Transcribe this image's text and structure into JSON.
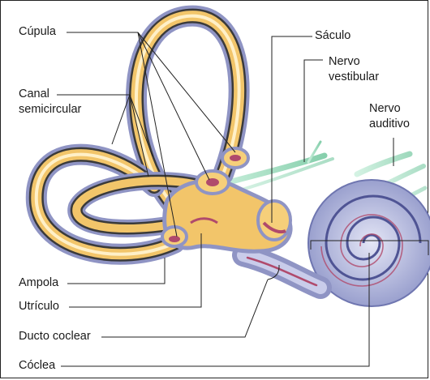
{
  "labels": {
    "cupula": "Cúpula",
    "canal_line1": "Canal",
    "canal_line2": "semicircular",
    "ampola": "Ampola",
    "utriculo": "Utrículo",
    "ducto_coclear": "Ducto coclear",
    "coclea": "Cóclea",
    "saculo": "Sáculo",
    "nervo_vestibular_line1": "Nervo",
    "nervo_vestibular_line2": "vestibular",
    "nervo_auditivo_line1": "Nervo",
    "nervo_auditivo_line2": "auditivo"
  },
  "colors": {
    "tube_outer": "#8f94c4",
    "tube_dark": "#3a3a3a",
    "tube_gold": "#f2c56a",
    "tube_pale": "#fff0c8",
    "cochlea_blue": "#9fa6d6",
    "nerve_green": "#a9dcc2",
    "membrane": "#b04a6c"
  }
}
